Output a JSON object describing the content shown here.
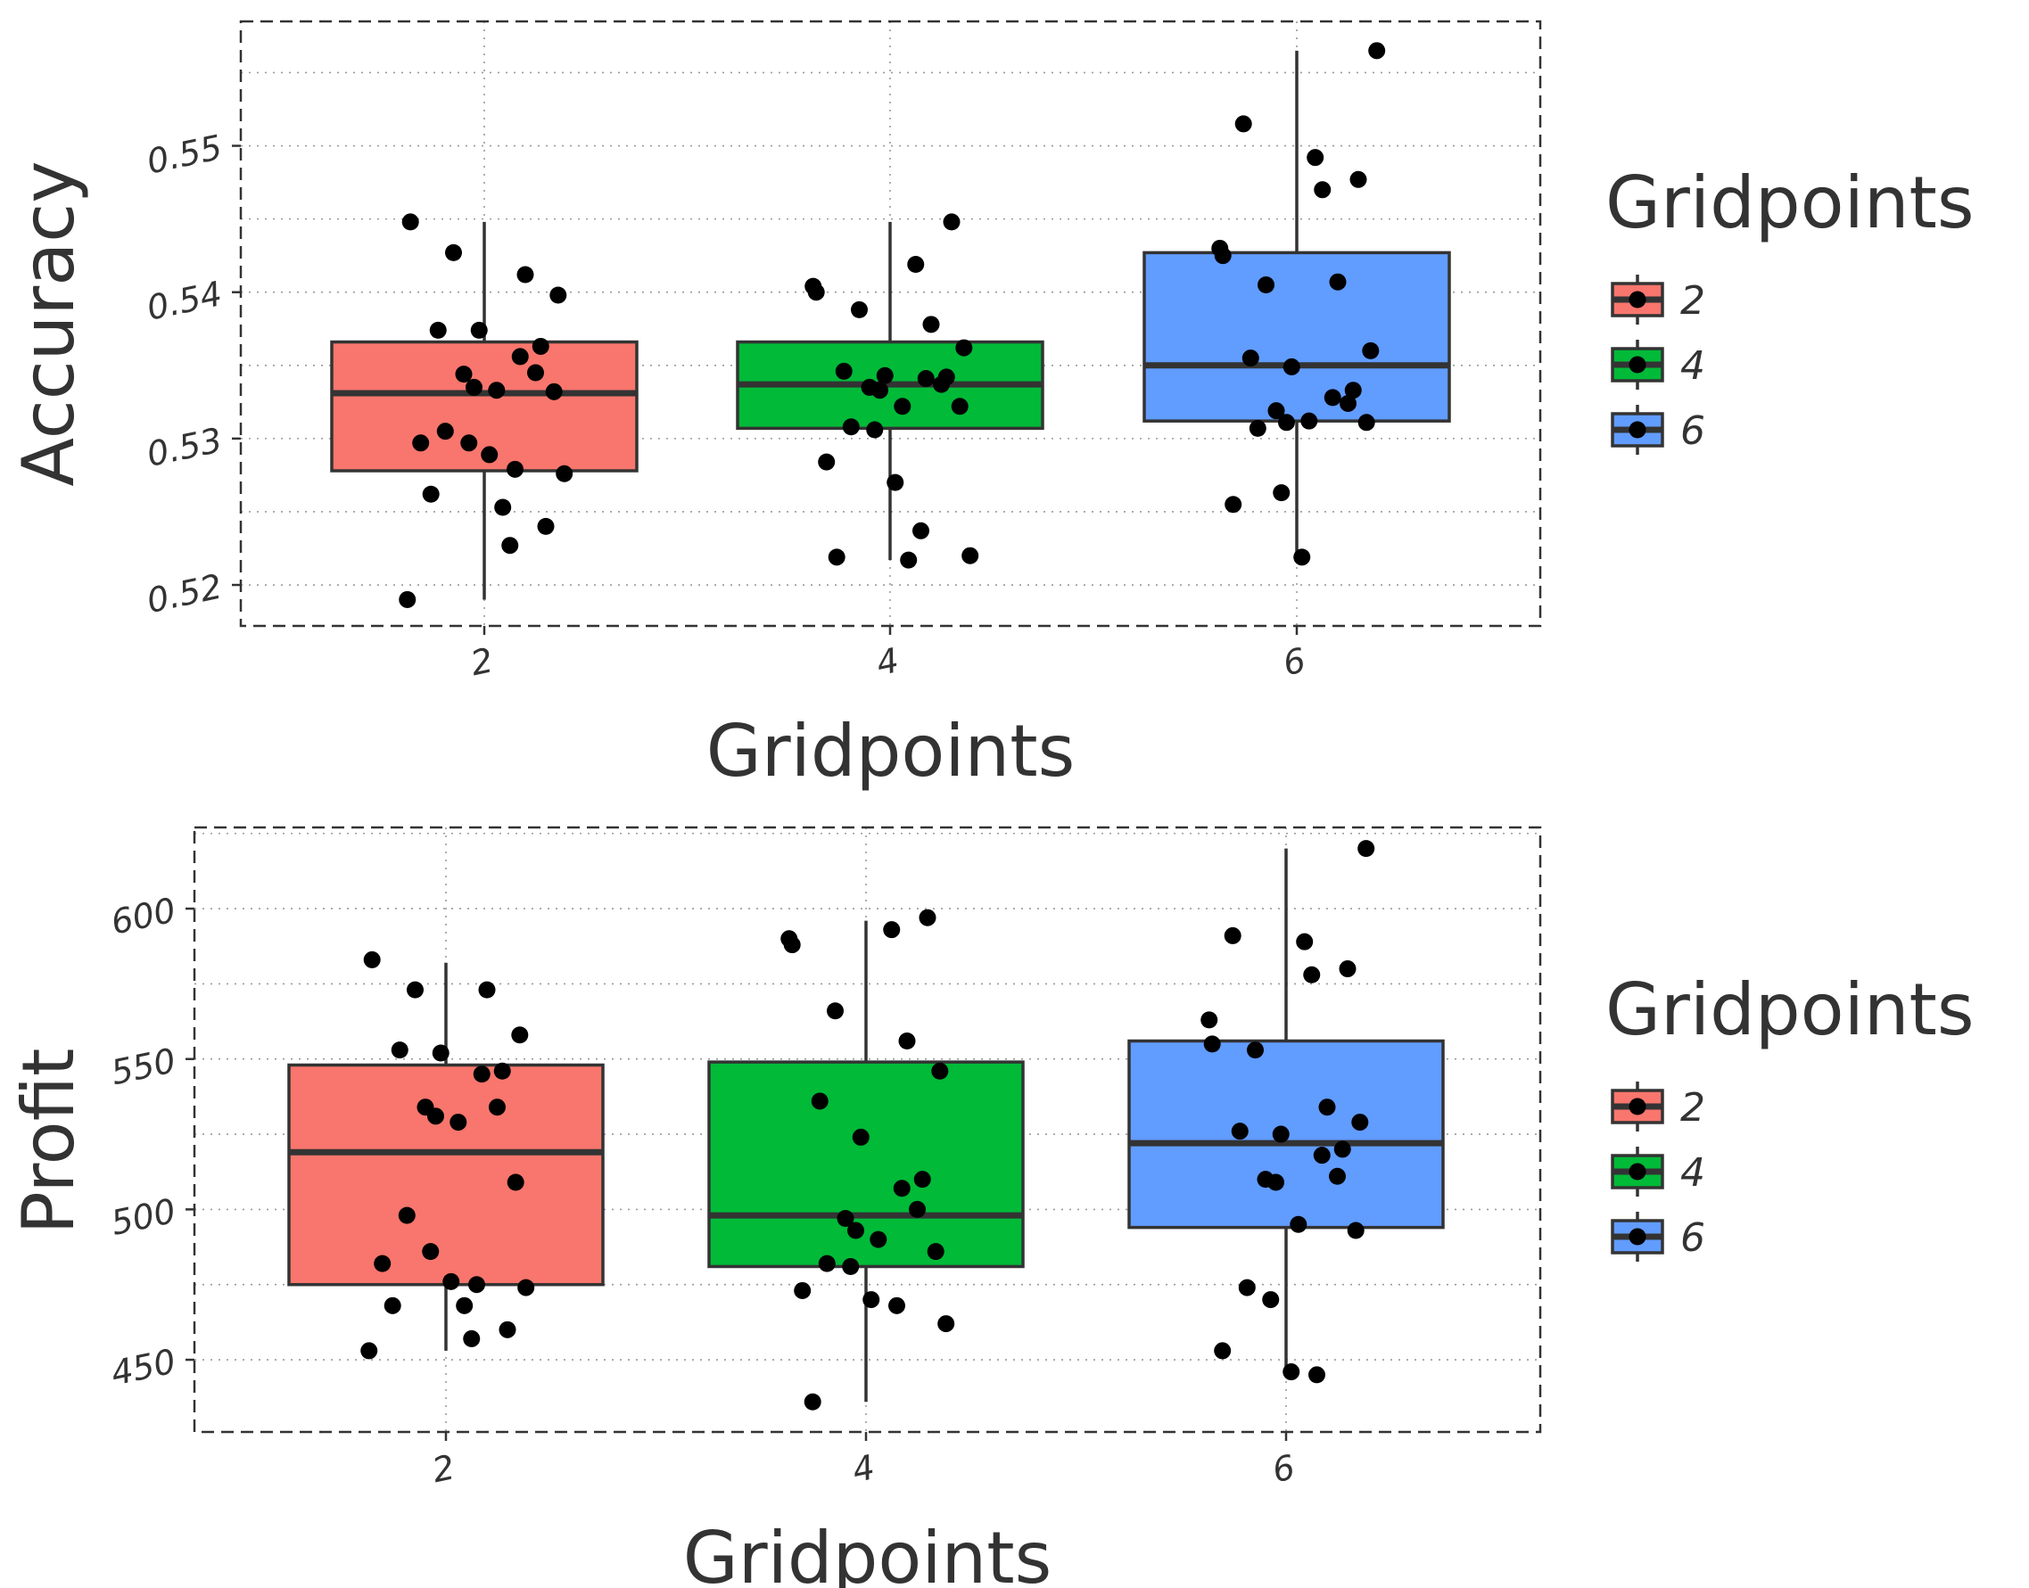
{
  "chart_data": [
    {
      "type": "box",
      "xlabel": "Gridpoints",
      "ylabel": "Accuracy",
      "categories": [
        "2",
        "4",
        "6"
      ],
      "colors": [
        "#F8766D",
        "#00BA38",
        "#619CFF"
      ],
      "ylim": [
        0.5172,
        0.5585
      ],
      "yticks": [
        0.52,
        0.53,
        0.54,
        0.55
      ],
      "ytick_labels": [
        "0.52",
        "0.53",
        "0.54",
        "0.55"
      ],
      "grid": true,
      "legend": {
        "title": "Gridpoints",
        "labels": [
          "2",
          "4",
          "6"
        ],
        "position": "right"
      },
      "boxes": [
        {
          "category": "2",
          "q1": 0.5278,
          "median": 0.5331,
          "q3": 0.5366,
          "whisker_low": 0.519,
          "whisker_high": 0.5448
        },
        {
          "category": "4",
          "q1": 0.5307,
          "median": 0.5337,
          "q3": 0.5366,
          "whisker_low": 0.5217,
          "whisker_high": 0.5448
        },
        {
          "category": "6",
          "q1": 0.5312,
          "median": 0.535,
          "q3": 0.5427,
          "whisker_low": 0.5219,
          "whisker_high": 0.5565
        }
      ],
      "points": [
        {
          "category": "2",
          "values": [
            0.5448,
            0.5427,
            0.5412,
            0.5398,
            0.5374,
            0.5374,
            0.5363,
            0.5356,
            0.5345,
            0.5344,
            0.5335,
            0.5333,
            0.5332,
            0.5305,
            0.5297,
            0.5297,
            0.5289,
            0.5279,
            0.5276,
            0.5262,
            0.5253,
            0.524,
            0.5227,
            0.519
          ]
        },
        {
          "category": "4",
          "values": [
            0.5448,
            0.5419,
            0.5404,
            0.54,
            0.5388,
            0.5378,
            0.5362,
            0.5346,
            0.5343,
            0.5342,
            0.5341,
            0.5337,
            0.5335,
            0.5333,
            0.5322,
            0.5322,
            0.5308,
            0.5306,
            0.5284,
            0.527,
            0.5237,
            0.522,
            0.5219,
            0.5217
          ]
        },
        {
          "category": "6",
          "values": [
            0.5565,
            0.5515,
            0.5492,
            0.5477,
            0.547,
            0.543,
            0.5425,
            0.5405,
            0.5407,
            0.536,
            0.5355,
            0.5349,
            0.5333,
            0.5328,
            0.5324,
            0.5319,
            0.5311,
            0.5312,
            0.5311,
            0.5307,
            0.5263,
            0.5255,
            0.5219
          ]
        }
      ]
    },
    {
      "type": "box",
      "xlabel": "Gridpoints",
      "ylabel": "Profit",
      "categories": [
        "2",
        "4",
        "6"
      ],
      "colors": [
        "#F8766D",
        "#00BA38",
        "#619CFF"
      ],
      "ylim": [
        426,
        627
      ],
      "yticks": [
        450,
        500,
        550,
        600
      ],
      "ytick_labels": [
        "450",
        "500",
        "550",
        "600"
      ],
      "grid": true,
      "legend": {
        "title": "Gridpoints",
        "labels": [
          "2",
          "4",
          "6"
        ],
        "position": "right"
      },
      "boxes": [
        {
          "category": "2",
          "q1": 475,
          "median": 519,
          "q3": 548,
          "whisker_low": 453,
          "whisker_high": 582
        },
        {
          "category": "4",
          "q1": 481,
          "median": 498,
          "q3": 549,
          "whisker_low": 436,
          "whisker_high": 596
        },
        {
          "category": "6",
          "q1": 494,
          "median": 522,
          "q3": 556,
          "whisker_low": 445,
          "whisker_high": 620
        }
      ],
      "points": [
        {
          "category": "2",
          "values": [
            583,
            573,
            573,
            558,
            553,
            552,
            546,
            545,
            534,
            534,
            531,
            529,
            509,
            498,
            486,
            482,
            476,
            475,
            474,
            468,
            468,
            460,
            457,
            453
          ]
        },
        {
          "category": "4",
          "values": [
            597,
            593,
            590,
            588,
            566,
            556,
            546,
            536,
            524,
            510,
            507,
            500,
            497,
            493,
            490,
            486,
            482,
            481,
            473,
            470,
            468,
            462,
            436
          ]
        },
        {
          "category": "6",
          "values": [
            620,
            591,
            589,
            580,
            578,
            563,
            555,
            553,
            534,
            529,
            526,
            525,
            520,
            518,
            511,
            510,
            509,
            495,
            493,
            474,
            470,
            453,
            446,
            445
          ]
        }
      ]
    }
  ]
}
